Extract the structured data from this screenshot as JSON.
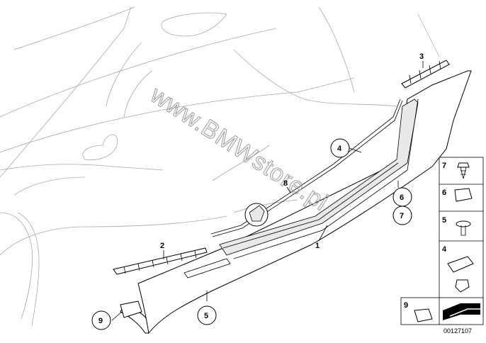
{
  "diagram": {
    "watermark": "www.BMWstore.pl",
    "diagram_id": "00127107",
    "callouts": [
      "1",
      "2",
      "3",
      "4",
      "5",
      "6",
      "7",
      "8",
      "9"
    ],
    "side_panel": {
      "items": [
        "7",
        "6",
        "5",
        "4",
        "9"
      ]
    }
  }
}
